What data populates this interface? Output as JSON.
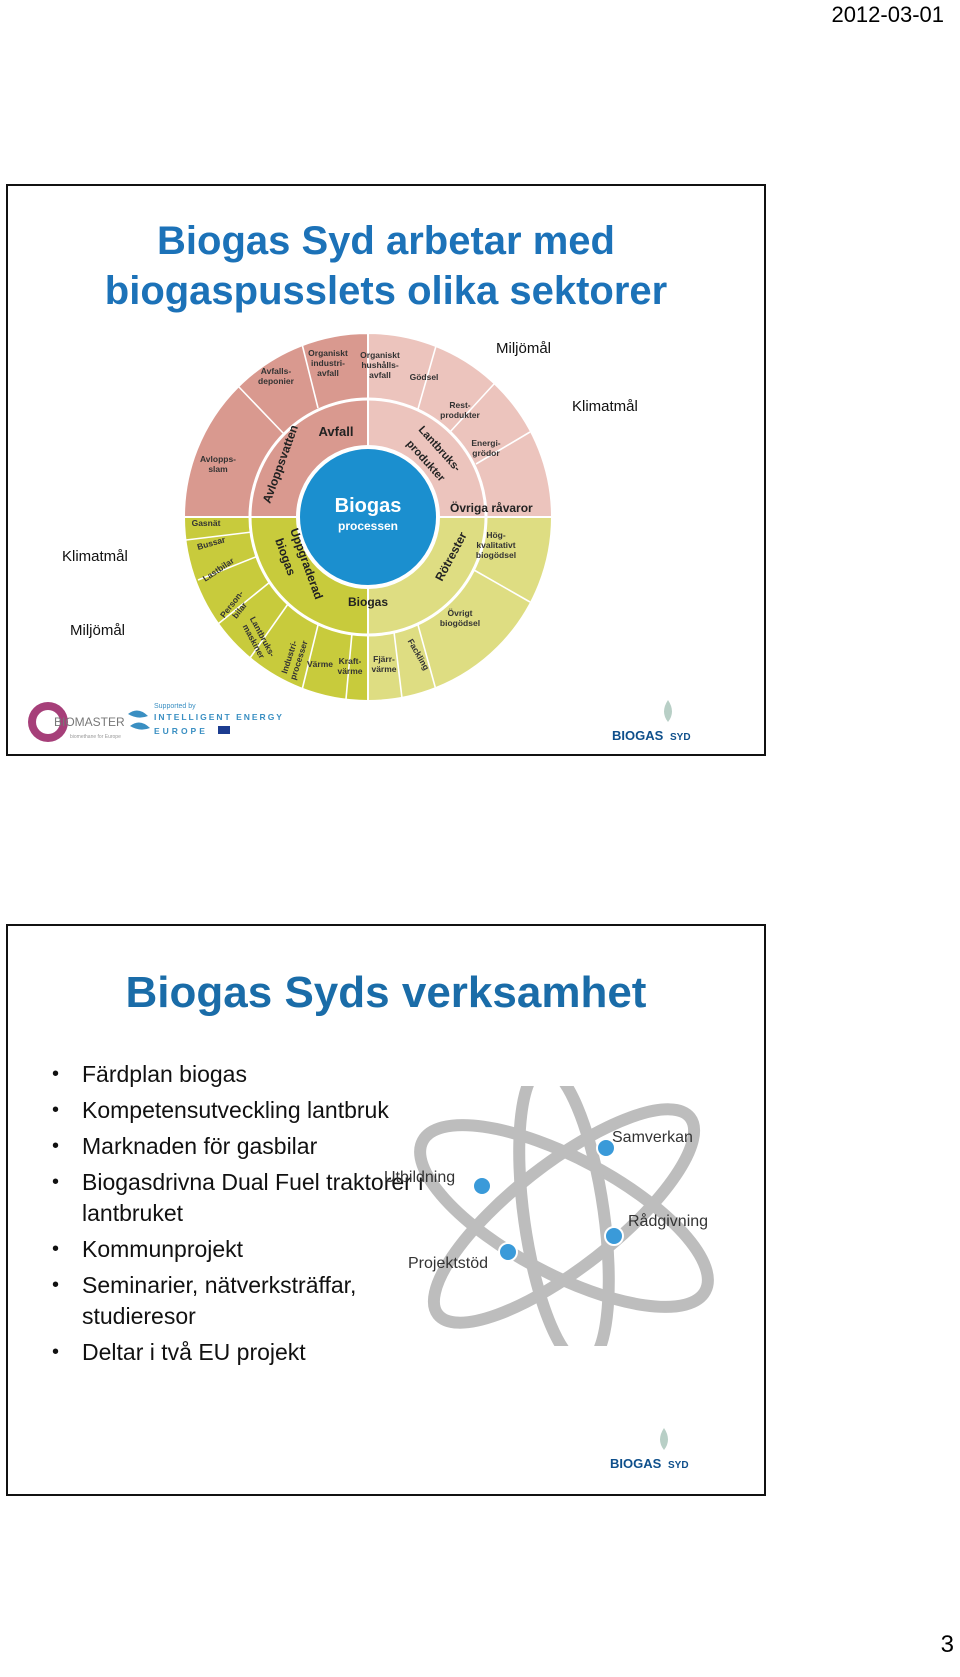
{
  "date": "2012-03-01",
  "page_number": "3",
  "slide1": {
    "title_line1": "Biogas Syd arbetar med",
    "title_line2": "biogaspusslets olika sektorer",
    "goals": {
      "miljomal_top": "Miljömål",
      "klimatmal_top": "Klimatmål",
      "klimatmal_left": "Klimatmål",
      "miljomal_left": "Miljömål"
    },
    "wheel": {
      "center_line1": "Biogas",
      "center_line2": "processen",
      "inner_segments": {
        "avfall": "Avfall",
        "lantbruks": "Lantbruks-",
        "produkter": "produkter",
        "ovriga": "Övriga råvaror",
        "rotrester": "Rötrester",
        "biogas": "Biogas",
        "uppgraderad": "Uppgraderad",
        "biogas2": "biogas",
        "avloppsvatten": "Avloppsvatten"
      },
      "outer": {
        "avfallsdeponier": [
          "Avfalls-",
          "deponier"
        ],
        "org_industri": [
          "Organiskt",
          "industri-",
          "avfall"
        ],
        "org_hushall": [
          "Organiskt",
          "hushålls-",
          "avfall"
        ],
        "godsel": [
          "Gödsel"
        ],
        "restprodukter": [
          "Rest-",
          "produkter"
        ],
        "energigrodor": [
          "Energi-",
          "grödor"
        ],
        "hogkval": [
          "Hög-",
          "kvalitativt",
          "biogödsel"
        ],
        "ovrigt_biogodsel": [
          "Övrigt",
          "biogödsel"
        ],
        "fackling": [
          "Fackling"
        ],
        "fjarrvarme": [
          "Fjärr-",
          "värme"
        ],
        "kraftvarme": [
          "Kraft-",
          "värme"
        ],
        "varme": [
          "Värme"
        ],
        "industriprocesser": [
          "Industri-",
          "processer"
        ],
        "lantbruksmaskiner": [
          "Lantbruks-",
          "maskiner"
        ],
        "personbilar": [
          "Person-",
          "bilar"
        ],
        "lastbilar": [
          "Lastbilar"
        ],
        "bussar": [
          "Bussar"
        ],
        "gasnat": [
          "Gasnät"
        ],
        "avloppsslam": [
          "Avlopps-",
          "slam"
        ]
      }
    },
    "logos": {
      "biomaster": "BIOMASTER",
      "biomaster_sub": "biomethane for Europe",
      "supported_by": "Supported by",
      "ie_line1": "INTELLIGENT ENERGY",
      "ie_line2": "EUROPE",
      "biogas_syd": "BIOGAS",
      "syd": "SYD"
    }
  },
  "slide2": {
    "title": "Biogas Syds verksamhet",
    "bullets": [
      "Färdplan biogas",
      "Kompetensutveckling lantbruk",
      "Marknaden för gasbilar",
      "Biogasdrivna Dual Fuel traktorer i lantbruket",
      "Kommunprojekt",
      "Seminarier, nätverksträffar, studieresor",
      "Deltar i två EU projekt"
    ],
    "atom_labels": {
      "samverkan": "Samverkan",
      "utbildning": "Utbildning",
      "radgivning": "Rådgivning",
      "projektstod": "Projektstöd"
    },
    "logo_biogas": "BIOGAS",
    "logo_syd": "SYD"
  },
  "colors": {
    "title_blue": "#1c72b8",
    "wheel_red": "#d9998f",
    "wheel_pink": "#ecc4bd",
    "wheel_green": "#c8cb3c",
    "wheel_yellow": "#dedd82",
    "wheel_center": "#1b8fcf",
    "atom_ring": "#bdbdbd",
    "atom_dot": "#3a9ad9"
  }
}
